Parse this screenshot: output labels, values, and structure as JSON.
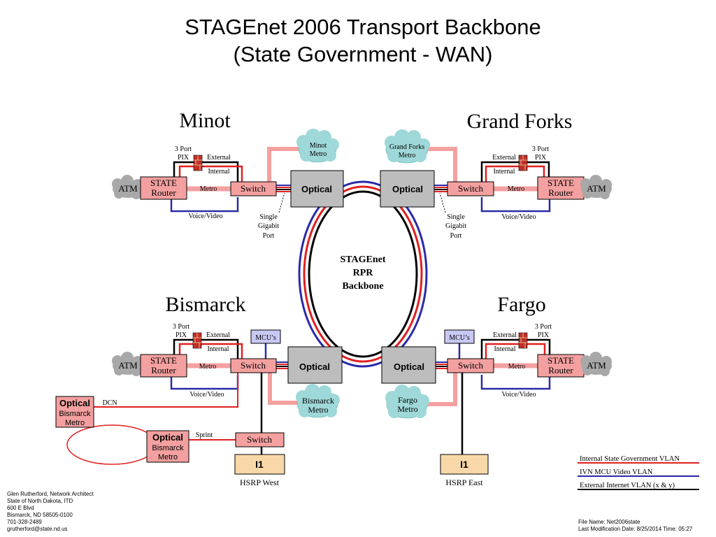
{
  "title": {
    "line1": "STAGEnet 2006 Transport Backbone",
    "line2": "(State Government - WAN)"
  },
  "cities": {
    "minot": "Minot",
    "grand_forks": "Grand Forks",
    "bismarck": "Bismarck",
    "fargo": "Fargo"
  },
  "labels": {
    "atm": "ATM",
    "state": "STATE",
    "router": "Router",
    "metro": "Metro",
    "switch": "Switch",
    "optical": "Optical",
    "three_port": "3 Port",
    "pix": "PIX",
    "external": "External",
    "internal": "Internal",
    "voice_video": "Voice/Video",
    "single": "Single",
    "gigabit": "Gigabit",
    "port": "Port",
    "mcus": "MCU’s",
    "dcn": "DCN",
    "sprint": "Sprint",
    "bismarck": "Bismarck",
    "i1": "I1",
    "hsrp_west": "HSRP West",
    "hsrp_east": "HSRP East"
  },
  "clouds": {
    "minot_metro": [
      "Minot",
      "Metro"
    ],
    "grand_forks_metro": [
      "Grand Forks",
      "Metro"
    ],
    "bismarck_metro": [
      "Bismarck",
      "Metro"
    ],
    "fargo_metro": [
      "Fargo",
      "Metro"
    ]
  },
  "ring": {
    "line1": "STAGEnet",
    "line2": "RPR",
    "line3": "Backbone"
  },
  "legend": [
    {
      "label": "Internal State Government VLAN",
      "color": "#e02020"
    },
    {
      "label": "IVN MCU Video VLAN",
      "color": "#2a2aa8"
    },
    {
      "label": "External Internet VLAN (x & y)",
      "color": "#000000"
    }
  ],
  "footer_left": [
    "Glen Rutherford, Network Architect",
    "State of North Dakota, ITD",
    "600 E Blvd",
    "Bismarck, ND 58505-0100",
    "701-328-2489",
    "grutherford@state.nd.us"
  ],
  "footer_right": {
    "file_name": "File Name: Net2006state",
    "last_mod": "Last Modification Date:  8/25/2014   Time: 05:27"
  },
  "colors": {
    "internal_red": "#e02020",
    "ivn_blue": "#2a2aa8",
    "external_black": "#000000",
    "router_fill": "#f4a0a0",
    "metro_link": "#f4a0a0",
    "optical_fill": "#bdbdbd",
    "mcu_fill": "#c8c8f4",
    "i1_fill": "#f8d8a8",
    "cloud_fill": "#9ed8d8",
    "atm_fill": "#a8a8a8"
  }
}
